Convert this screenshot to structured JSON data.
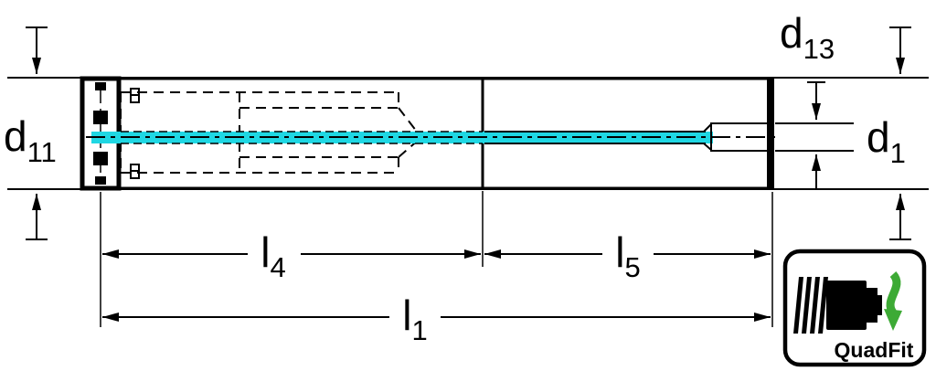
{
  "diagram": {
    "dimension_labels": {
      "d11": {
        "base": "d",
        "sub": "11"
      },
      "d13": {
        "base": "d",
        "sub": "13"
      },
      "d1": {
        "base": "d",
        "sub": "1"
      },
      "l4": {
        "base": "l",
        "sub": "4"
      },
      "l5": {
        "base": "l",
        "sub": "5"
      },
      "l1": {
        "base": "l",
        "sub": "1"
      }
    },
    "badge": {
      "label": "QuadFit"
    },
    "colors": {
      "body_fill": "#C6C6C6",
      "coolant_highlight": "#1FD7E3",
      "badge_arrow_green": "#3DAA35",
      "line_color": "#000000",
      "background": "#FFFFFF"
    }
  }
}
